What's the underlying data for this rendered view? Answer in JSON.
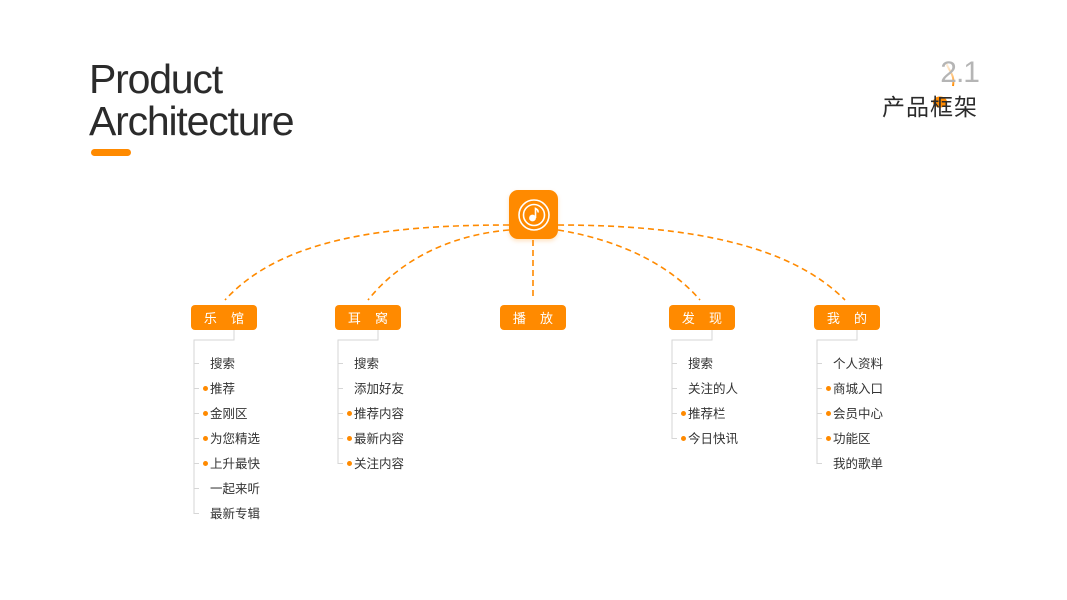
{
  "header": {
    "title_line1": "Product",
    "title_line2": "Architecture",
    "section_number": "2.1",
    "section_title": "产品框架"
  },
  "colors": {
    "accent": "#ff8a00",
    "text": "#2b2b2b",
    "muted": "#b5b5b5",
    "tree_line": "#d6d6d6"
  },
  "root": {
    "icon": "music-disc-icon"
  },
  "branches": [
    {
      "label": "乐 馆",
      "items": [
        {
          "text": "搜索",
          "highlight": false
        },
        {
          "text": "推荐",
          "highlight": true
        },
        {
          "text": "金刚区",
          "highlight": true
        },
        {
          "text": "为您精选",
          "highlight": true
        },
        {
          "text": "上升最快",
          "highlight": true
        },
        {
          "text": "一起来听",
          "highlight": false
        },
        {
          "text": "最新专辑",
          "highlight": false
        }
      ]
    },
    {
      "label": "耳 窝",
      "items": [
        {
          "text": "搜索",
          "highlight": false
        },
        {
          "text": "添加好友",
          "highlight": false
        },
        {
          "text": "推荐内容",
          "highlight": true
        },
        {
          "text": "最新内容",
          "highlight": true
        },
        {
          "text": "关注内容",
          "highlight": true
        }
      ]
    },
    {
      "label": "播 放",
      "items": []
    },
    {
      "label": "发 现",
      "items": [
        {
          "text": "搜索",
          "highlight": false
        },
        {
          "text": "关注的人",
          "highlight": false
        },
        {
          "text": "推荐栏",
          "highlight": true
        },
        {
          "text": "今日快讯",
          "highlight": true
        }
      ]
    },
    {
      "label": "我 的",
      "items": [
        {
          "text": "个人资料",
          "highlight": false
        },
        {
          "text": "商城入口",
          "highlight": true
        },
        {
          "text": "会员中心",
          "highlight": true
        },
        {
          "text": "功能区",
          "highlight": true
        },
        {
          "text": "我的歌单",
          "highlight": false
        }
      ]
    }
  ]
}
